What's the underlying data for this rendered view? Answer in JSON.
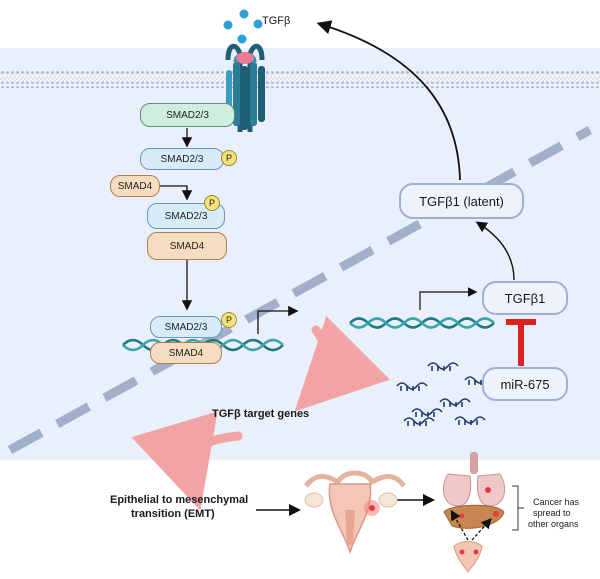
{
  "ligand": {
    "label": "TGFβ"
  },
  "smad": {
    "smad23": "SMAD2/3",
    "smad4": "SMAD4",
    "phospho": "P"
  },
  "right": {
    "latent": "TGFβ1  (latent)",
    "tgfb1": "TGFβ1",
    "mir": "miR-675"
  },
  "target_genes": "TGFβ target genes",
  "emt": {
    "line1": "Epithelial to mesenchymal",
    "line2": "transition (EMT)"
  },
  "metastasis": {
    "line1": "Cancer has",
    "line2": "spread to",
    "line3": "other organs"
  },
  "colors": {
    "cell_bg": "#eaf0fb",
    "membrane": "#a9b6c9",
    "smad23_fill": "#d7ecf8",
    "smad4_fill": "#f6dcc0",
    "smad23_first_fill": "#cfeede",
    "dna": "#1f7a84",
    "inhibition": "#e02020",
    "dashed_path": "#9aa8c6",
    "curved_arrow": "#f2a3a3"
  }
}
